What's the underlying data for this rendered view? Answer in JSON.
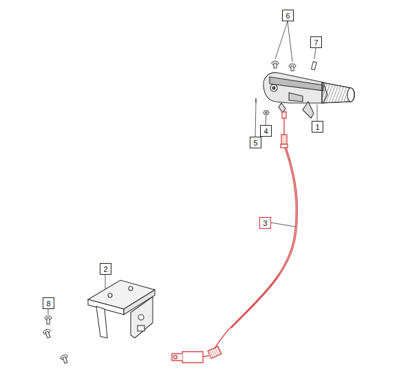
{
  "diagram": {
    "nodes": [
      {
        "text": [
          "6"
        ]
      },
      {
        "text": [
          "7"
        ]
      },
      {
        "text": [
          "1"
        ]
      },
      {
        "text": [
          "4"
        ]
      },
      {
        "text": [
          "5"
        ]
      },
      {
        "text": [
          "3"
        ]
      },
      {
        "text": [
          "2"
        ]
      },
      {
        "text": [
          "8"
        ]
      }
    ]
  }
}
